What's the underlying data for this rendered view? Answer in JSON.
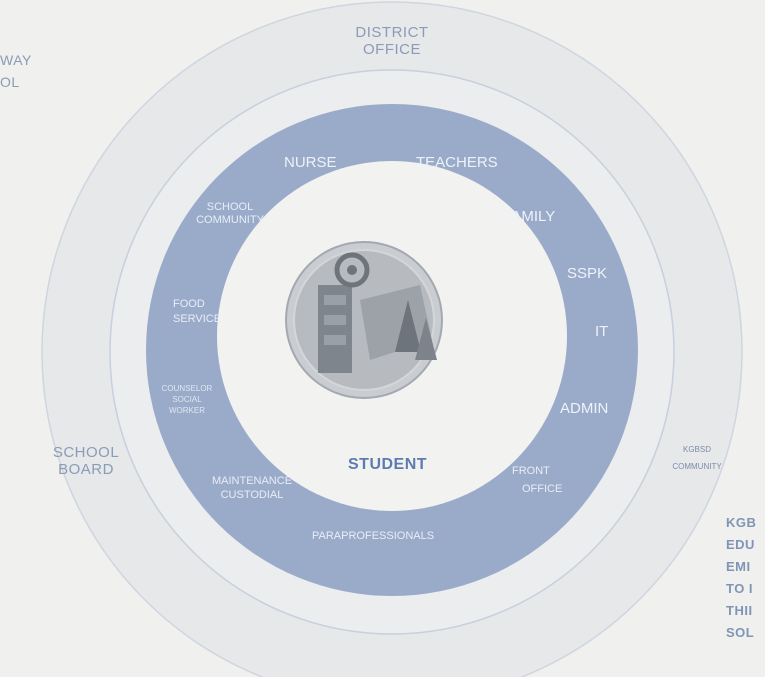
{
  "diagram": {
    "outer_labels": {
      "district_office": [
        "DISTRICT",
        "OFFICE"
      ],
      "school_board": [
        "SCHOOL",
        "BOARD"
      ],
      "kgbsd_community": [
        "KGBSD",
        "COMMUNITY"
      ],
      "cut_left": [
        "WAY",
        "OL"
      ]
    },
    "ring_labels": {
      "nurse": "NURSE",
      "teachers": "TEACHERS",
      "school_community": [
        "SCHOOL",
        "COMMUNITY"
      ],
      "family": "FAMILY",
      "sspk": "SSPK",
      "food_service": [
        "FOOD",
        "SERVICE"
      ],
      "it": "IT",
      "counselor": [
        "COUNSELOR",
        "SOCIAL",
        "WORKER"
      ],
      "admin": "ADMIN",
      "maintenance": [
        "MAINTENANCE",
        "CUSTODIAL"
      ],
      "front_office": [
        "FRONT",
        "OFFICE"
      ],
      "paraprofessionals": "PARAPROFESSIONALS"
    },
    "center_label": "STUDENT",
    "side_text": [
      "KGB",
      "EDU",
      "EMI",
      "TO I",
      "THII",
      "SOL"
    ],
    "logo_icon": "school-district-seal-icon"
  },
  "colors": {
    "background": "#f0f0ee",
    "outer_ring": "#e6e8ea",
    "middle_ring": "#ecedef",
    "blue_ring": "#9aabca",
    "inner_disc": "#f2f2f1",
    "text_blue": "#7f95b6"
  }
}
